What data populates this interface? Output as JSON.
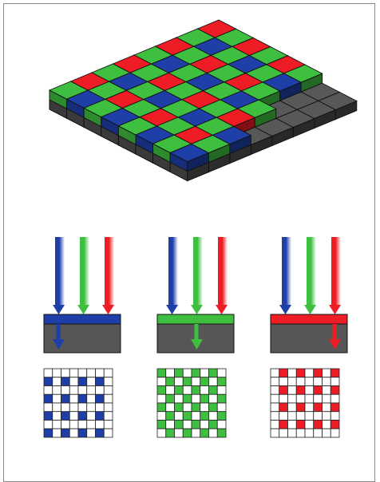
{
  "colors": {
    "blue": "#1f3fa8",
    "green": "#3fbf3f",
    "red": "#ee1c24",
    "dark": "#4a4a4a",
    "edge": "#111111",
    "white": "#ffffff",
    "frame": "#8a8a8a"
  },
  "mosaic": {
    "grid_size": 8,
    "pattern": [
      [
        "green",
        "blue"
      ],
      [
        "red",
        "green"
      ]
    ],
    "columns_raised_per_row": [
      8,
      8,
      8,
      7,
      7,
      6,
      6,
      6
    ]
  },
  "channels": [
    {
      "name": "blue",
      "filter_color": "blue",
      "light_order": [
        "blue",
        "green",
        "red"
      ]
    },
    {
      "name": "green",
      "filter_color": "green",
      "light_order": [
        "blue",
        "green",
        "red"
      ]
    },
    {
      "name": "red",
      "filter_color": "red",
      "light_order": [
        "blue",
        "green",
        "red"
      ]
    }
  ],
  "sample_grid": {
    "size": 8,
    "channel_masks": {
      "blue": "odd-row-even-col",
      "green": "checkerboard",
      "red": "even-row-odd-col"
    }
  }
}
